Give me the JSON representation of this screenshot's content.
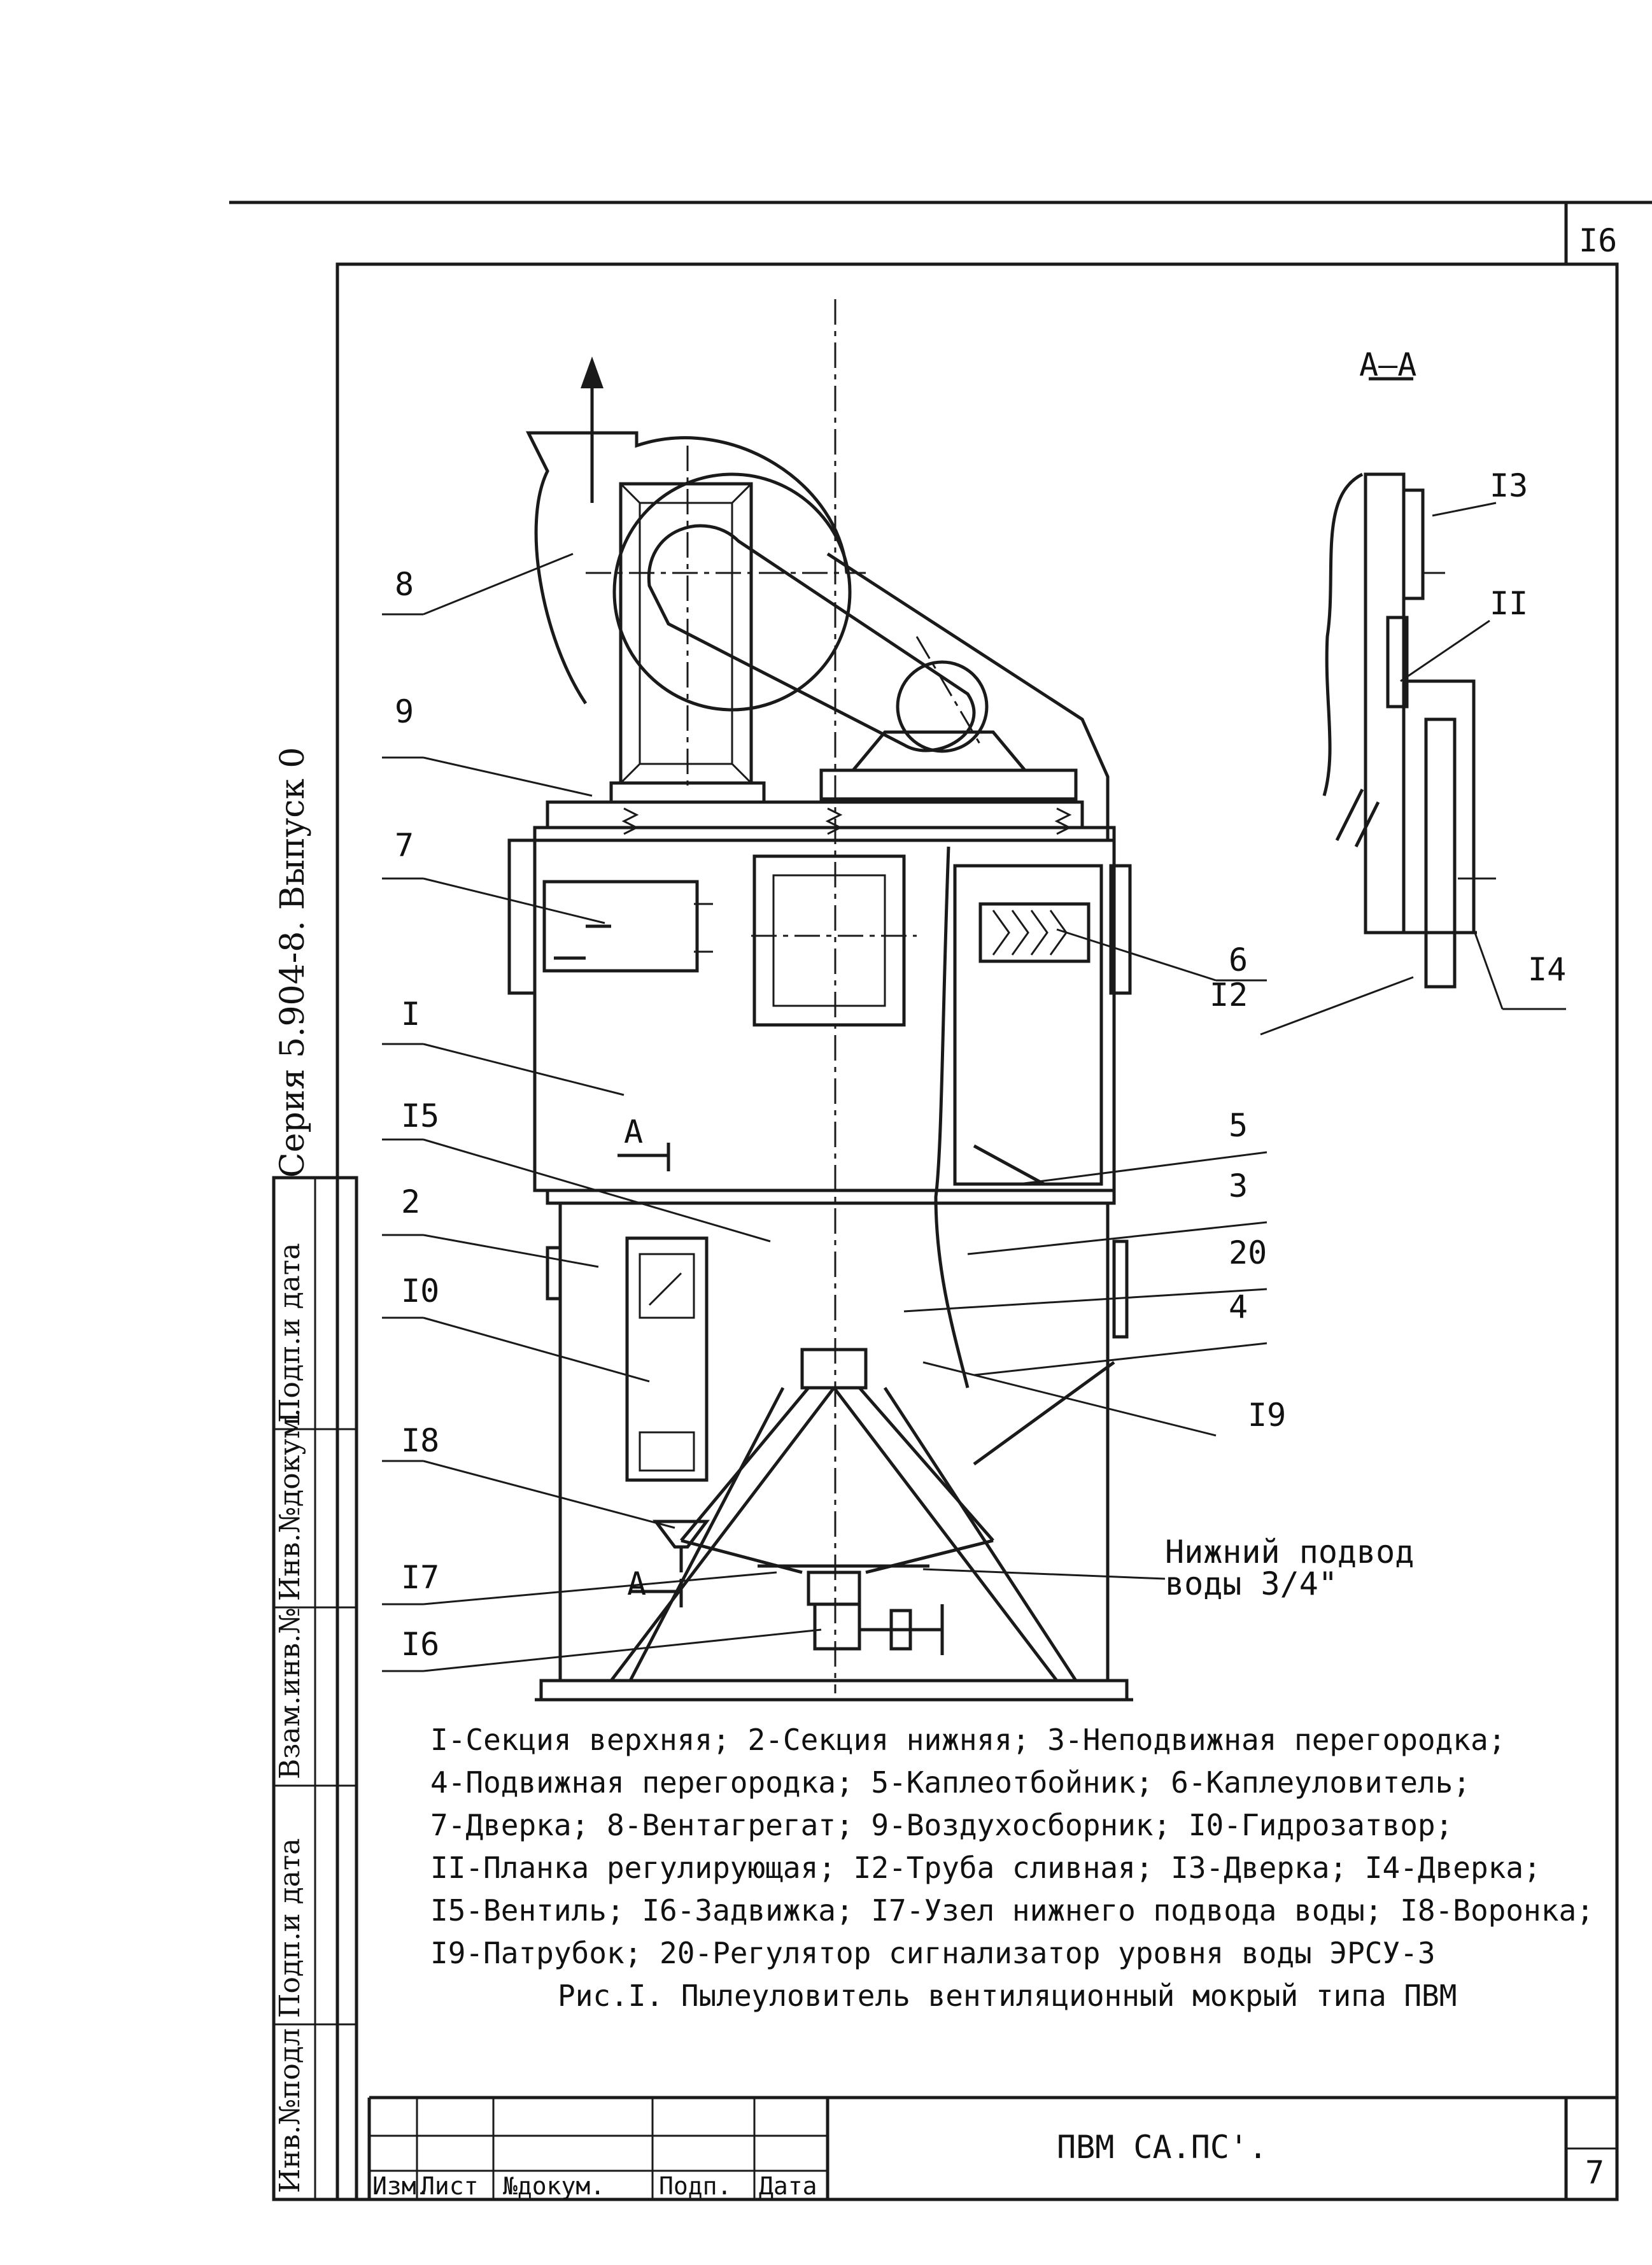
{
  "sheet": {
    "top_number": "I6",
    "page_number": "7",
    "designation": "ПВМ СА.ПС'.",
    "series_text": "Серия 5.904-8. Выпуск 0"
  },
  "section_label": "А–А",
  "callouts": {
    "c8": "8",
    "c9": "9",
    "c7": "7",
    "c1": "I",
    "c15": "I5",
    "c2": "2",
    "c10": "I0",
    "c18": "I8",
    "c17": "I7",
    "c16": "I6",
    "c6": "6",
    "c12": "I2",
    "c5": "5",
    "c3": "3",
    "c20": "20",
    "c4": "4",
    "c19": "I9",
    "c13": "I3",
    "c11": "II",
    "c14": "I4",
    "cutA1": "А",
    "cutA2": "А"
  },
  "water_supply_note": {
    "line1": "Нижний подвод",
    "line2": "воды 3/4\""
  },
  "legend": [
    "I-Секция верхняя; 2-Секция нижняя; 3-Неподвижная перегородка;",
    "4-Подвижная перегородка; 5-Каплеотбойник; 6-Каплеуловитель;",
    "7-Дверка; 8-Вентагрегат; 9-Воздухосборник; I0-Гидрозатвор;",
    "II-Планка регулирующая; I2-Труба сливная; I3-Дверка; I4-Дверка;",
    "I5-Вентиль; I6-Задвижка; I7-Узел нижнего подвода воды; I8-Воронка;",
    "I9-Патрубок; 20-Регулятор сигнализатор уровня воды ЭРСУ-3"
  ],
  "figure_caption": "Рис.I. Пылеуловитель вентиляционный мокрый типа ПВМ",
  "side_fields": [
    "Подп.и дата",
    "Инв.№докум.",
    "Взам.инв.№",
    "Подп.и дата",
    "Инв.№подл"
  ],
  "title_block_headers": [
    "Изм.",
    "Лист",
    "№докум.",
    "Подп.",
    "Дата"
  ]
}
